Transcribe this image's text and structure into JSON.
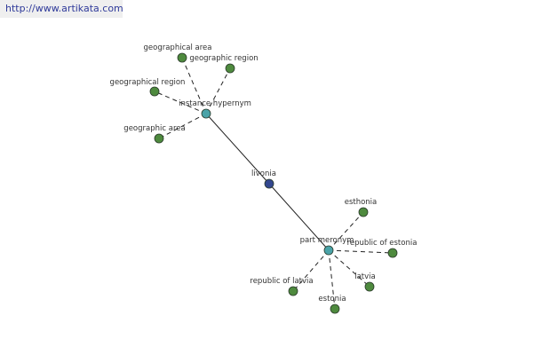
{
  "watermark": {
    "url": "http://www.artikata.com"
  },
  "colors": {
    "leaf": "#4e8a3e",
    "hub": "#4aa3a8",
    "center": "#33478f",
    "edge": "#222222"
  },
  "graph": {
    "center": {
      "label": "livonia"
    },
    "hubs": [
      {
        "id": "instance-hypernym",
        "label": "instance hypernym",
        "leaves": [
          "geographical area",
          "geographic region",
          "geographical region",
          "geographic area"
        ]
      },
      {
        "id": "part-meronym",
        "label": "part meronym",
        "leaves": [
          "esthonia",
          "republic of estonia",
          "latvia",
          "estonia",
          "republic of latvia"
        ]
      }
    ]
  }
}
